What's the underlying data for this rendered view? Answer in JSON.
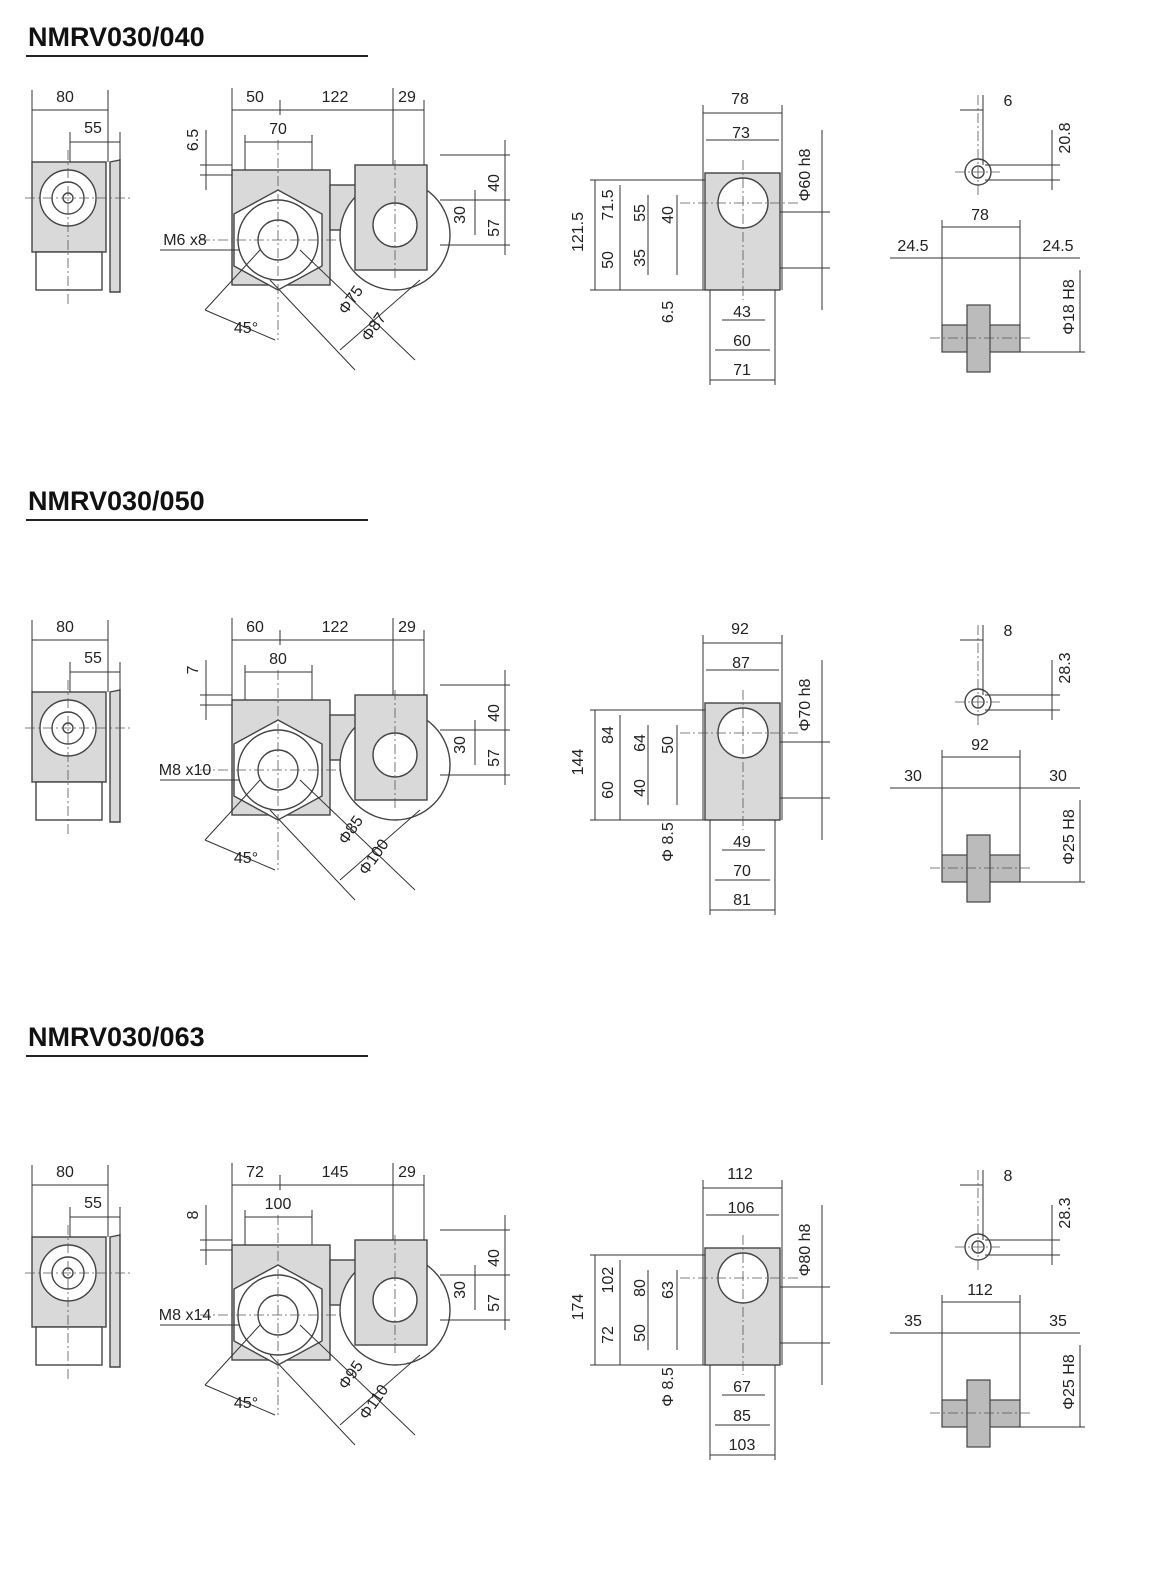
{
  "sections": [
    {
      "title": "NMRV030/040",
      "side": {
        "w": "80",
        "off": "55"
      },
      "front": {
        "d1": "50",
        "d2": "122",
        "d3": "29",
        "width": "70",
        "top": "6.5",
        "bolts": "M6 x8",
        "angle": "45°",
        "dia1": "Φ75",
        "dia2": "Φ87",
        "r1": "40",
        "r2": "30",
        "r3": "57"
      },
      "flange": {
        "w1": "78",
        "w2": "73",
        "fdia": "Φ60 h8",
        "h_total": "121.5",
        "h_up": "71.5",
        "h_low": "50",
        "c_up": "55",
        "c_low": "35",
        "c2": "40",
        "foot": "6.5",
        "b1": "43",
        "b2": "60",
        "b3": "71"
      },
      "shaft": {
        "key": "6",
        "kh": "20.8",
        "hub": "78",
        "s1": "24.5",
        "s2": "24.5",
        "bore": "Φ18 H8"
      }
    },
    {
      "title": "NMRV030/050",
      "side": {
        "w": "80",
        "off": "55"
      },
      "front": {
        "d1": "60",
        "d2": "122",
        "d3": "29",
        "width": "80",
        "top": "7",
        "bolts": "M8 x10",
        "angle": "45°",
        "dia1": "Φ85",
        "dia2": "Φ100",
        "r1": "40",
        "r2": "30",
        "r3": "57"
      },
      "flange": {
        "w1": "92",
        "w2": "87",
        "fdia": "Φ70 h8",
        "h_total": "144",
        "h_up": "84",
        "h_low": "60",
        "c_up": "64",
        "c_low": "40",
        "c2": "50",
        "foot": "Φ 8.5",
        "b1": "49",
        "b2": "70",
        "b3": "81"
      },
      "shaft": {
        "key": "8",
        "kh": "28.3",
        "hub": "92",
        "s1": "30",
        "s2": "30",
        "bore": "Φ25 H8"
      }
    },
    {
      "title": "NMRV030/063",
      "side": {
        "w": "80",
        "off": "55"
      },
      "front": {
        "d1": "72",
        "d2": "145",
        "d3": "29",
        "width": "100",
        "top": "8",
        "bolts": "M8 x14",
        "angle": "45°",
        "dia1": "Φ95",
        "dia2": "Φ110",
        "r1": "40",
        "r2": "30",
        "r3": "57"
      },
      "flange": {
        "w1": "112",
        "w2": "106",
        "fdia": "Φ80 h8",
        "h_total": "174",
        "h_up": "102",
        "h_low": "72",
        "c_up": "80",
        "c_low": "50",
        "c2": "63",
        "foot": "Φ 8.5",
        "b1": "67",
        "b2": "85",
        "b3": "103"
      },
      "shaft": {
        "key": "8",
        "kh": "28.3",
        "hub": "112",
        "s1": "35",
        "s2": "35",
        "bore": "Φ25 H8"
      }
    }
  ]
}
